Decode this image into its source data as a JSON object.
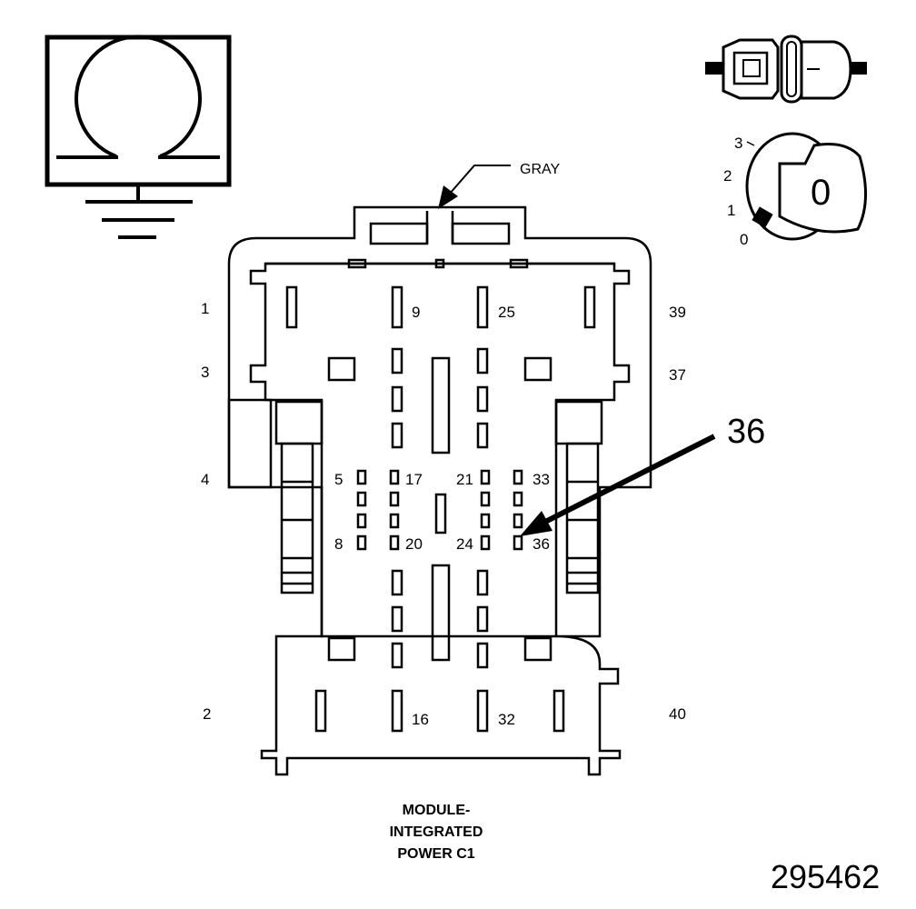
{
  "title": {
    "line1": "MODULE-",
    "line2": "INTEGRATED",
    "line3": "POWER C1"
  },
  "figure_number": "295462",
  "wire_color_label": "GRAY",
  "callout": "36",
  "key_positions": [
    "3",
    "2",
    "1",
    "0"
  ],
  "key_symbol": "0",
  "pin_labels": {
    "p1": "1",
    "p3": "3",
    "p4": "4",
    "p2": "2",
    "p9": "9",
    "p25": "25",
    "p39": "39",
    "p37": "37",
    "p5": "5",
    "p17": "17",
    "p21": "21",
    "p33": "33",
    "p8": "8",
    "p20": "20",
    "p24": "24",
    "p36": "36",
    "p16": "16",
    "p32": "32",
    "p40": "40"
  },
  "icons": [
    "ohmmeter-ground-icon",
    "connector-plug-icon",
    "ignition-key-icon"
  ]
}
